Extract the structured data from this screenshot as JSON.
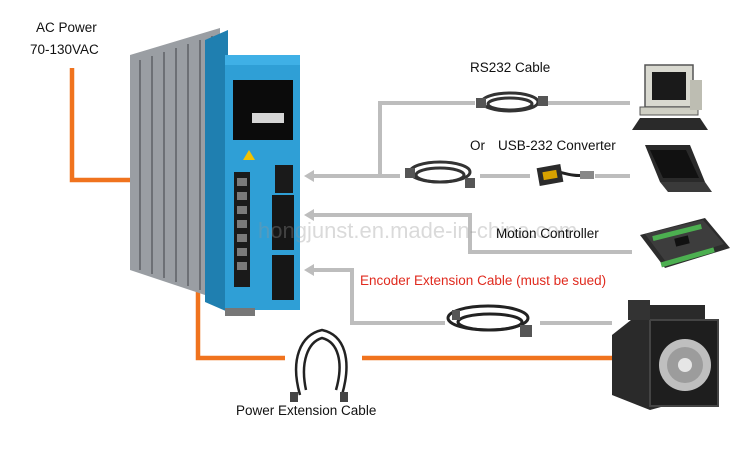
{
  "labels": {
    "ac_power_line1": "AC Power",
    "ac_power_line2": "70-130VAC",
    "rs232_cable": "RS232 Cable",
    "or": "Or",
    "usb_converter": "USB-232 Converter",
    "motion_controller": "Motion Controller",
    "encoder_cable": "Encoder Extension Cable (must be sued)",
    "power_cable": "Power Extension Cable",
    "watermark": "hongjunst.en.made-in-china.com"
  },
  "colors": {
    "power_line": "#f0731e",
    "signal_line": "#bdbdbd",
    "drive_body": "#2f9fd6",
    "drive_heatsink": "#9a9ea3",
    "encoder_text": "#e02b1f"
  },
  "icons": {
    "drive": "servo-drive-icon",
    "desktop": "desktop-computer-icon",
    "laptop": "laptop-icon",
    "controller": "motion-controller-board-icon",
    "motor": "servo-motor-icon",
    "cable": "cable-coil-icon"
  }
}
